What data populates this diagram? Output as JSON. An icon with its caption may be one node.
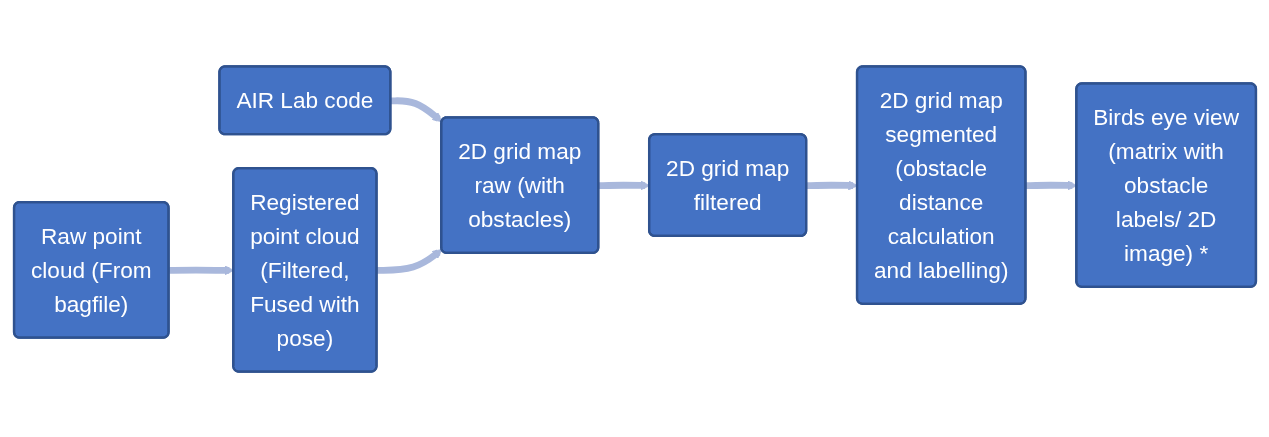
{
  "diagram": {
    "nodes": [
      {
        "text": [
          "AIR Lab code"
        ]
      },
      {
        "text": [
          "Raw point cloud (From bagfile)"
        ]
      },
      {
        "text": [
          "Registered point cloud (Filtered, Fused with pose)"
        ]
      },
      {
        "text": [
          "2D grid map raw (with obstacles)"
        ]
      },
      {
        "text": [
          "2D grid map filtered"
        ]
      },
      {
        "text": [
          "2D grid map segmented (obstacle distance calculation and labelling)"
        ]
      },
      {
        "text": [
          "Birds eye view (matrix with obstacle labels/ 2D image) *"
        ]
      }
    ],
    "edges": [
      {
        "from": 0,
        "to": 3,
        "arrow": "to"
      },
      {
        "from": 1,
        "to": 2,
        "arrow": "to"
      },
      {
        "from": 2,
        "to": 3,
        "arrow": "to"
      },
      {
        "from": 3,
        "to": 4,
        "arrow": "to"
      },
      {
        "from": 4,
        "to": 5,
        "arrow": "to"
      },
      {
        "from": 5,
        "to": 6,
        "arrow": "to"
      }
    ]
  }
}
